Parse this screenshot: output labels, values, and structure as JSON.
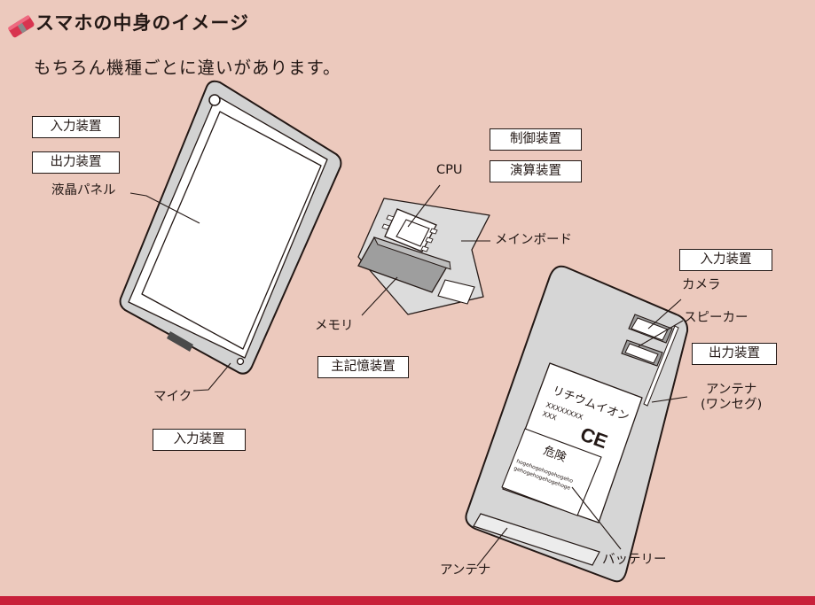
{
  "heading": "スマホの中身のイメージ",
  "subtitle": "もちろん機種ごとに違いがあります。",
  "colors": {
    "background": "#ecc9bd",
    "accent": "#c8203a",
    "device": "#d6d6d6",
    "memory": "#9e9e9e"
  },
  "category_labels": {
    "input_device": "入力装置",
    "output_device": "出力装置",
    "control_device": "制御装置",
    "arithmetic_device": "演算装置",
    "main_memory": "主記憶装置"
  },
  "callouts": {
    "lcd_panel": "液晶パネル",
    "cpu": "CPU",
    "mainboard": "メインボード",
    "memory": "メモリ",
    "mic": "マイク",
    "camera": "カメラ",
    "speaker": "スピーカー",
    "antenna_oneseg": "アンテナ\n(ワンセグ)",
    "antenna": "アンテナ",
    "battery": "バッテリー"
  },
  "battery_label": {
    "title": "リチウムイオン",
    "code": "XXXXXXXX\nXXX",
    "ce_mark": "CE",
    "warning": "危険",
    "fine_print": "hogehogehogehogeho\ngehogehogehogehoge"
  }
}
